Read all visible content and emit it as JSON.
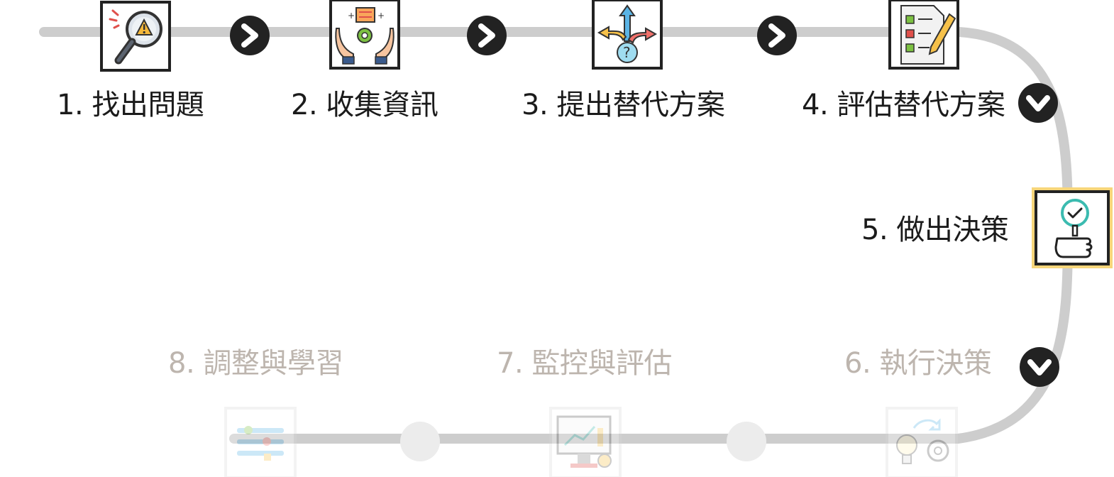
{
  "steps": [
    {
      "number": "1",
      "label": "1. 找出問題",
      "state": "active",
      "icon": "magnifier-warning-icon"
    },
    {
      "number": "2",
      "label": "2. 收集資訊",
      "state": "active",
      "icon": "hands-gear-info-icon"
    },
    {
      "number": "3",
      "label": "3. 提出替代方案",
      "state": "active",
      "icon": "crossroads-arrows-question-icon"
    },
    {
      "number": "4",
      "label": "4. 評估替代方案",
      "state": "active",
      "icon": "checklist-pencil-icon"
    },
    {
      "number": "5",
      "label": "5. 做出決策",
      "state": "current",
      "icon": "hand-check-sign-icon"
    },
    {
      "number": "6",
      "label": "6. 執行決策",
      "state": "pending",
      "icon": "lightbulb-gear-icon"
    },
    {
      "number": "7",
      "label": "7. 監控與評估",
      "state": "pending",
      "icon": "monitor-chart-icon"
    },
    {
      "number": "8",
      "label": "8. 調整與學習",
      "state": "pending",
      "icon": "sliders-adjust-icon"
    }
  ],
  "colors": {
    "track": "#cfcfcf",
    "connector_active": "#1f1f1f",
    "connector_pending": "#ececec",
    "label_active": "#1b1b1b",
    "label_pending": "#bdb5ae",
    "highlight": "#f2c94c"
  }
}
